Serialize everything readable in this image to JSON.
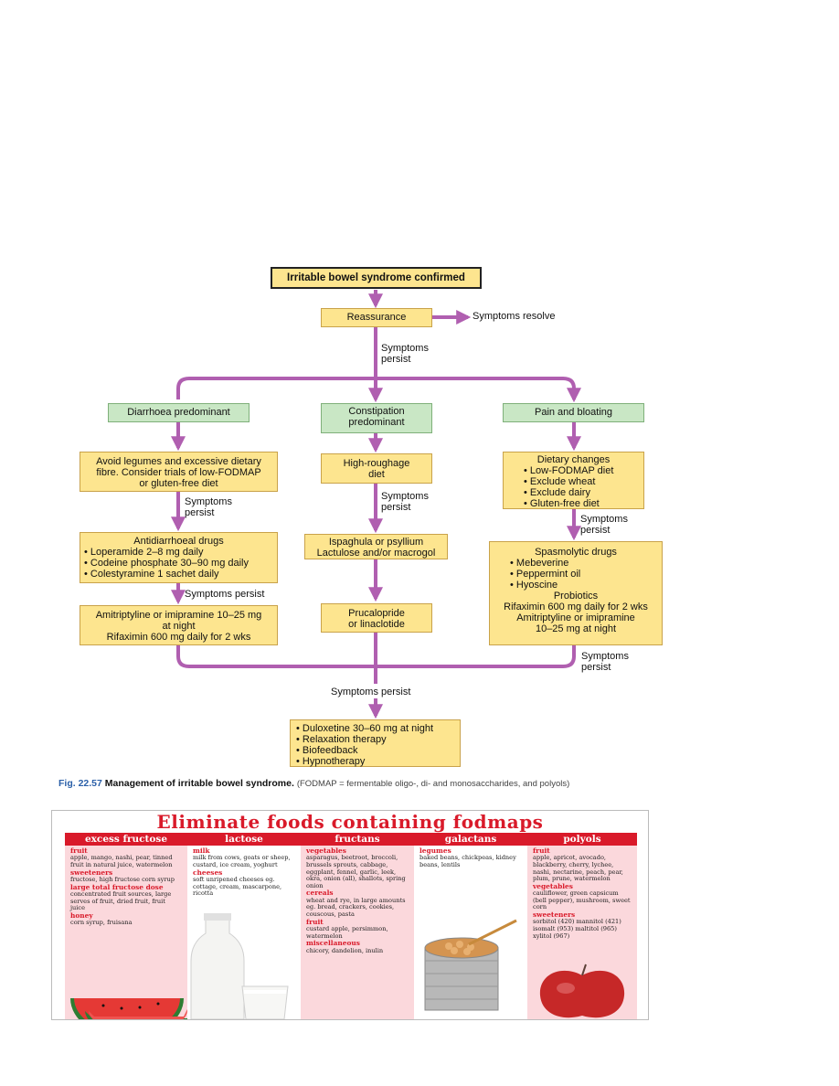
{
  "flowchart": {
    "confirmed": "Irritable bowel syndrome confirmed",
    "reassurance": "Reassurance",
    "symptoms_resolve": "Symptoms resolve",
    "symptoms_persist_top_1": "Symptoms",
    "symptoms_persist_top_2": "persist",
    "branches": {
      "diarrhoea": "Diarrhoea predominant",
      "constipation_1": "Constipation",
      "constipation_2": "predominant",
      "pain": "Pain and bloating"
    },
    "diarrhoea": {
      "step1_l1": "Avoid legumes and excessive dietary",
      "step1_l2": "fibre. Consider trials of low-FODMAP",
      "step1_l3": "or gluten-free diet",
      "persist1_1": "Symptoms",
      "persist1_2": "persist",
      "step2_title": "Antidiarrhoeal drugs",
      "step2_items": [
        "Loperamide 2–8 mg daily",
        "Codeine phosphate 30–90 mg daily",
        "Colestyramine 1 sachet daily"
      ],
      "persist2": "Symptoms persist",
      "step3_l1": "Amitriptyline or imipramine 10–25 mg",
      "step3_l2": "at night",
      "step3_l3": "Rifaximin 600 mg daily for 2 wks"
    },
    "constipation": {
      "step1_l1": "High-roughage",
      "step1_l2": "diet",
      "persist1_1": "Symptoms",
      "persist1_2": "persist",
      "step2_l1": "Ispaghula or psyllium",
      "step2_l2": "Lactulose and/or macrogol",
      "step3_l1": "Prucalopride",
      "step3_l2": "or linaclotide"
    },
    "pain": {
      "step1_title": "Dietary changes",
      "step1_items": [
        "Low-FODMAP diet",
        "Exclude wheat",
        "Exclude dairy",
        "Gluten-free diet"
      ],
      "persist1_1": "Symptoms",
      "persist1_2": "persist",
      "step2_title": "Spasmolytic drugs",
      "step2_items": [
        "Mebeverine",
        "Peppermint oil",
        "Hyoscine"
      ],
      "step2_l1": "Probiotics",
      "step2_l2": "Rifaximin 600 mg daily for 2 wks",
      "step2_l3": "Amitriptyline or imipramine",
      "step2_l4": "10–25 mg at night",
      "persist2_1": "Symptoms",
      "persist2_2": "persist"
    },
    "final_persist": "Symptoms persist",
    "final_items": [
      "Duloxetine 30–60 mg at night",
      "Relaxation therapy",
      "Biofeedback",
      "Hypnotherapy"
    ],
    "colors": {
      "arrow": "#b05fb0",
      "box": "#fde58f",
      "branch_box": "#c9e7c5"
    }
  },
  "caption": {
    "fig": "Fig. 22.57",
    "title": "Management of irritable bowel syndrome.",
    "note": "(FODMAP = fermentable oligo-, di- and monosaccharides, and polyols)"
  },
  "poster": {
    "title": "Eliminate foods containing fodmaps",
    "columns": [
      {
        "head": "excess fructose",
        "groups": [
          {
            "sub": "fruit",
            "text": "apple, mango, nashi, pear, tinned fruit in natural juice, watermelon"
          },
          {
            "sub": "sweeteners",
            "text": "fructose, high fructose corn syrup"
          },
          {
            "sub": "large total fructose dose",
            "text": "concentrated fruit sources, large serves of fruit, dried fruit, fruit juice"
          },
          {
            "sub": "honey",
            "text": "corn syrup, fruisana"
          }
        ]
      },
      {
        "head": "lactose",
        "groups": [
          {
            "sub": "milk",
            "text": "milk from cows, goats or sheep, custard, ice cream, yoghurt"
          },
          {
            "sub": "cheeses",
            "text": "soft unripened cheeses eg. cottage, cream, mascarpone, ricotta"
          }
        ]
      },
      {
        "head": "fructans",
        "groups": [
          {
            "sub": "vegetables",
            "text": "asparagus, beetroot, broccoli, brussels sprouts, cabbage, eggplant, fennel, garlic, leek, okra, onion (all), shallots, spring onion"
          },
          {
            "sub": "cereals",
            "text": "wheat and rye, in large amounts eg. bread, crackers, cookies, couscous, pasta"
          },
          {
            "sub": "fruit",
            "text": "custard apple, persimmon, watermelon"
          },
          {
            "sub": "miscellaneous",
            "text": "chicory, dandelion, inulin"
          }
        ]
      },
      {
        "head": "galactans",
        "groups": [
          {
            "sub": "legumes",
            "text": "baked beans, chickpeas, kidney beans, lentils"
          }
        ]
      },
      {
        "head": "polyols",
        "groups": [
          {
            "sub": "fruit",
            "text": "apple, apricot, avocado, blackberry, cherry, lychee, nashi, nectarine, peach, pear, plum, prune, watermelon"
          },
          {
            "sub": "vegetables",
            "text": "cauliflower, green capsicum (bell pepper), mushroom, sweet corn"
          },
          {
            "sub": "sweeteners",
            "text": "sorbitol (420) mannitol (421) isomalt (953) maltitol (965) xylitol (967)"
          }
        ]
      }
    ],
    "colors": {
      "red": "#d91a2a",
      "pink": "#fbd8dc"
    },
    "images": [
      "watermelon-image",
      "milk-bottle-image",
      "baked-beans-can-image",
      "red-apple-image"
    ]
  }
}
